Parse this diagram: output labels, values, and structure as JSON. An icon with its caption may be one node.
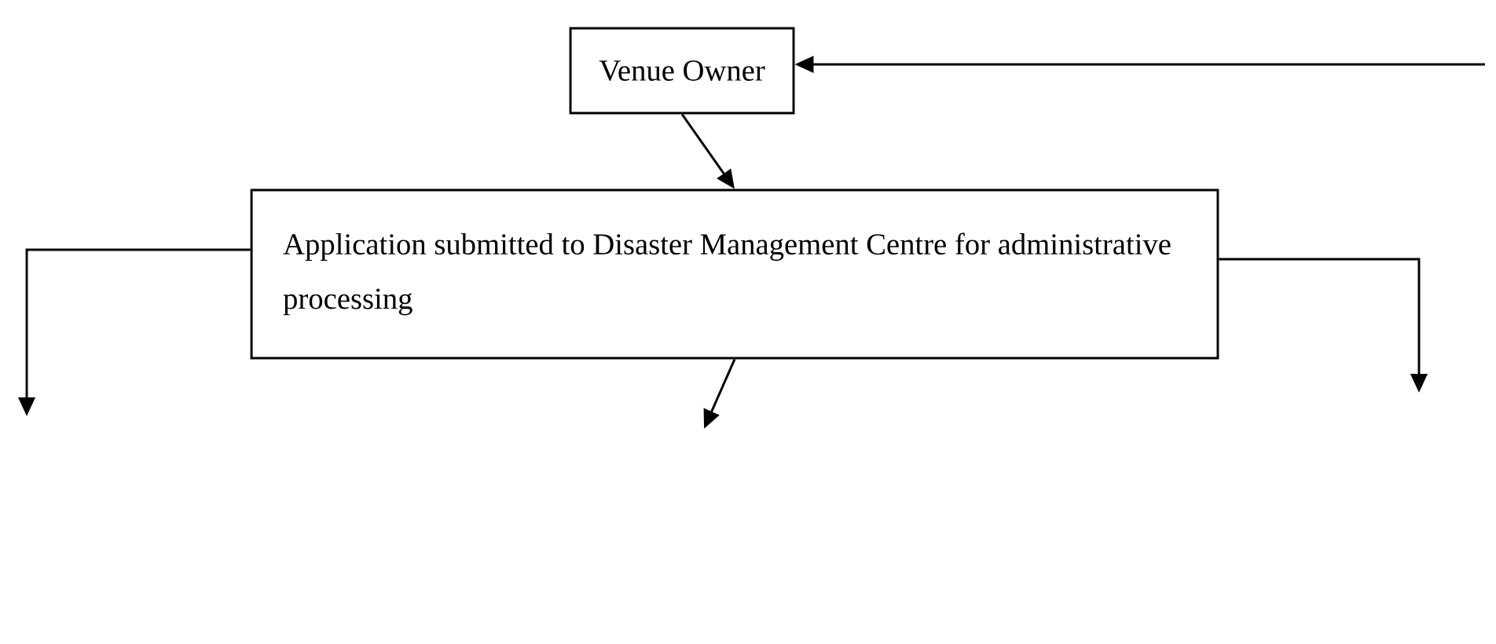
{
  "diagram": {
    "nodes": [
      {
        "text": [
          "Venue Owner"
        ]
      },
      {
        "text": [
          "Application submitted to Disaster Management Centre for administrative processing"
        ]
      }
    ],
    "edges": [
      {
        "from": null,
        "to": 0,
        "arrow": "to"
      },
      {
        "from": 0,
        "to": 1,
        "arrow": "to"
      },
      {
        "from": 1,
        "to": null,
        "arrow": "to"
      },
      {
        "from": 1,
        "to": null,
        "arrow": "to"
      },
      {
        "from": 1,
        "to": null,
        "arrow": "to"
      }
    ]
  }
}
